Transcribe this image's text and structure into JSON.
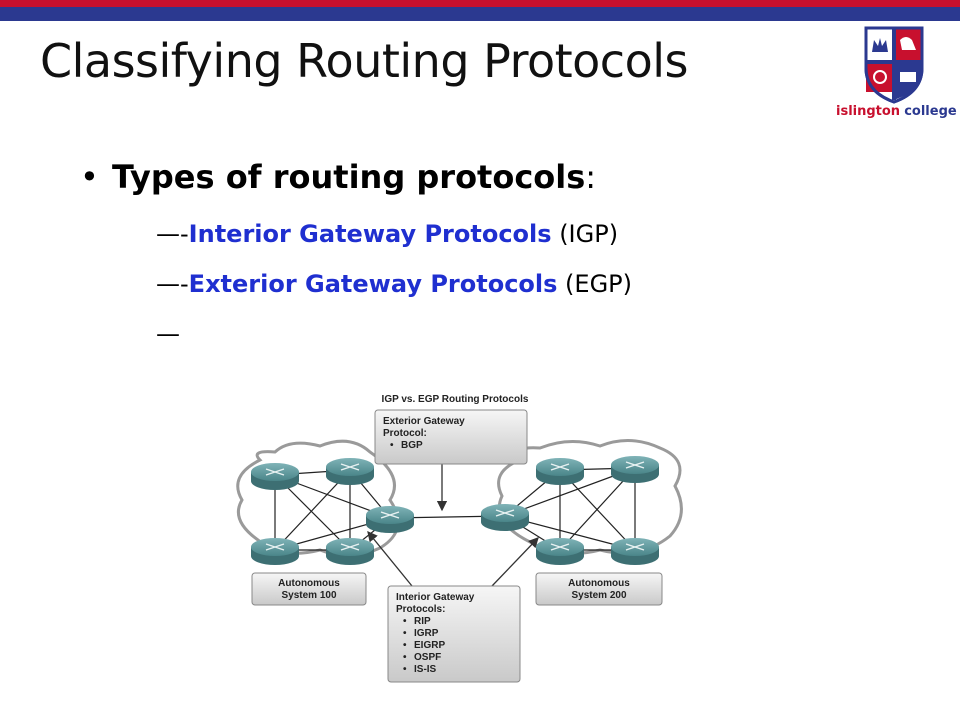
{
  "title": "Classifying Routing Protocols",
  "logo": {
    "word1": "islington",
    "word2": "college"
  },
  "bullet": {
    "text": "Types of routing protocols",
    "suffix": ":"
  },
  "items": [
    {
      "prefix": "—-",
      "highlight": "Interior Gateway Protocols",
      "rest": " (IGP)"
    },
    {
      "prefix": "—-",
      "highlight": "Exterior Gateway Protocols",
      "rest": " (EGP)"
    },
    {
      "prefix": "—",
      "highlight": "",
      "rest": ""
    }
  ],
  "diagram": {
    "title": "IGP vs. EGP Routing Protocols",
    "egp_box": {
      "heading_line1": "Exterior Gateway",
      "heading_line2": "Protocol:",
      "items": [
        "BGP"
      ]
    },
    "igp_box": {
      "heading_line1": "Interior Gateway",
      "heading_line2": "Protocols:",
      "items": [
        "RIP",
        "IGRP",
        "EIGRP",
        "OSPF",
        "IS-IS"
      ]
    },
    "as_left": {
      "line1": "Autonomous",
      "line2": "System 100"
    },
    "as_right": {
      "line1": "Autonomous",
      "line2": "System 200"
    }
  },
  "colors": {
    "stripe_red": "#c8102e",
    "stripe_blue": "#2b3990",
    "highlight": "#1f2fd0",
    "router": "#4f8a8f"
  }
}
